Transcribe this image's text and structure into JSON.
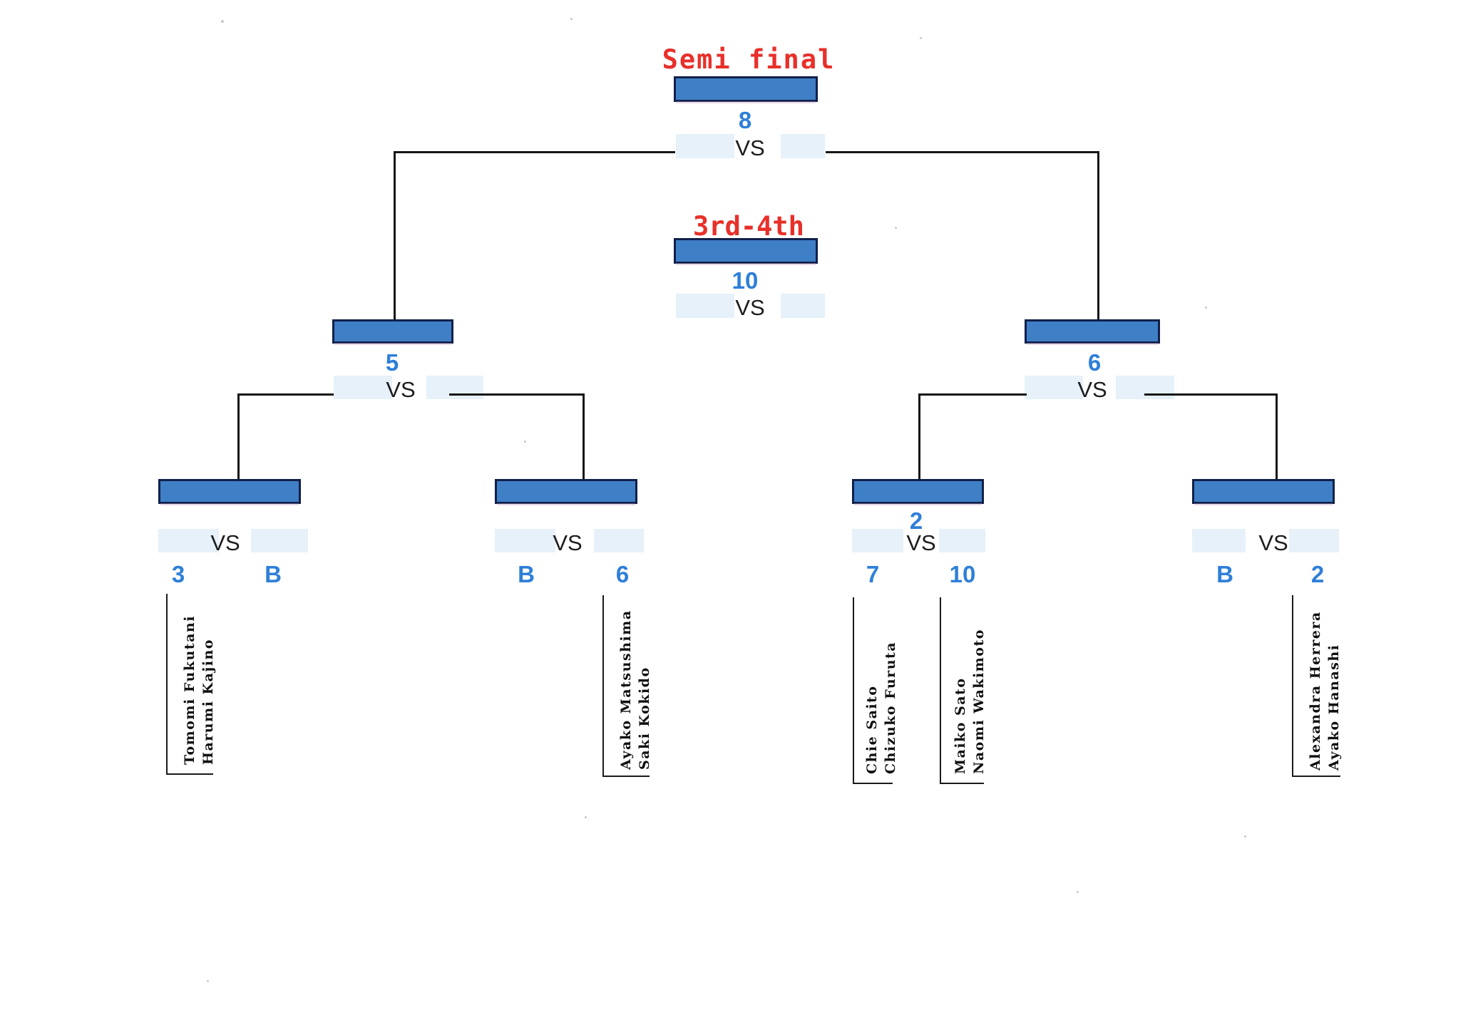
{
  "document": {
    "type": "tournament-bracket",
    "title": "Tournament Bracket"
  },
  "rounds": {
    "semifinal": {
      "title": "Semi final",
      "court": "8",
      "vs": "VS"
    },
    "third_place": {
      "title": "3rd-4th",
      "court": "10",
      "vs": "VS"
    }
  },
  "semifinals": [
    {
      "id": "sf-left",
      "court": "5",
      "vs": "VS"
    },
    {
      "id": "sf-right",
      "court": "6",
      "vs": "VS"
    }
  ],
  "quarterfinals": [
    {
      "id": "qf-1",
      "vs": "VS",
      "court_above": "",
      "left_label": "3",
      "right_label": "B",
      "teams": [
        {
          "side": "left",
          "players": [
            "Harumi Kajino",
            "Tomomi Fukutani"
          ]
        }
      ]
    },
    {
      "id": "qf-2",
      "vs": "VS",
      "court_above": "",
      "left_label": "B",
      "right_label": "6",
      "teams": [
        {
          "side": "right",
          "players": [
            "Saki Kokido",
            "Ayako Matsushima"
          ]
        }
      ]
    },
    {
      "id": "qf-3",
      "vs": "VS",
      "court_above": "2",
      "left_label": "7",
      "right_label": "10",
      "teams": [
        {
          "side": "left",
          "players": [
            "Chizuko Furuta",
            "Chie Saito"
          ]
        },
        {
          "side": "right",
          "players": [
            "Naomi Wakimoto",
            "Maiko Sato"
          ]
        }
      ]
    },
    {
      "id": "qf-4",
      "vs": "VS",
      "court_above": "",
      "left_label": "B",
      "right_label": "2",
      "teams": [
        {
          "side": "right",
          "players": [
            "Ayako Hanashi",
            "Alexandra Herrera"
          ]
        }
      ]
    }
  ],
  "colors": {
    "bar_fill": "#3f7fc6",
    "bar_border": "#10204a",
    "title_red": "#e8302a",
    "court_blue": "#2f7fd8",
    "slot_pale_blue": "#e4f0f8",
    "line_black": "#151515",
    "background": "#ffffff"
  }
}
